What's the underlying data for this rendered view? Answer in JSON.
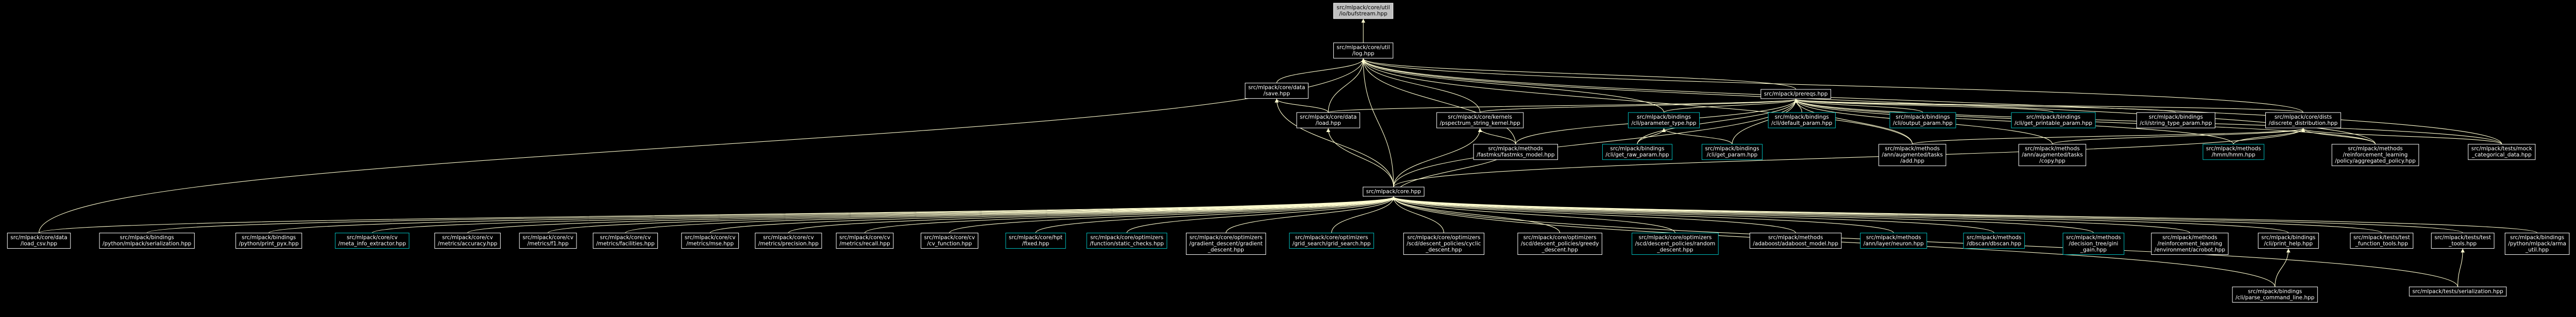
{
  "colors": {
    "background": "#000000",
    "edge": "#fffdd0",
    "node_border": "#ffffff",
    "node_border_link": "#00bfbf",
    "root_fill": "#bfbfbf"
  },
  "nodes": [
    {
      "id": "root",
      "lines": [
        "src/mlpack/core/util",
        "/io/bufstream.hpp"
      ],
      "style": "root"
    },
    {
      "id": "log",
      "lines": [
        "src/mlpack/core/util",
        "/log.hpp"
      ],
      "style": "white"
    },
    {
      "id": "prereqs",
      "lines": [
        "src/mlpack/prereqs.hpp"
      ],
      "style": "white"
    },
    {
      "id": "data_save",
      "lines": [
        "src/mlpack/core/data",
        "/save.hpp"
      ],
      "style": "white"
    },
    {
      "id": "data_load",
      "lines": [
        "src/mlpack/core/data",
        "/load.hpp"
      ],
      "style": "white"
    },
    {
      "id": "kernel_pspec",
      "lines": [
        "src/mlpack/core/kernels",
        "/pspectrum_string_kernel.hpp"
      ],
      "style": "white"
    },
    {
      "id": "fastmks",
      "lines": [
        "src/mlpack/methods",
        "/fastmks/fastmks_model.hpp"
      ],
      "style": "white"
    },
    {
      "id": "cli_param_type",
      "lines": [
        "src/mlpack/bindings",
        "/cli/parameter_type.hpp"
      ],
      "style": "cyan"
    },
    {
      "id": "cli_default_param",
      "lines": [
        "src/mlpack/bindings",
        "/cli/default_param.hpp"
      ],
      "style": "cyan"
    },
    {
      "id": "cli_output_param",
      "lines": [
        "src/mlpack/bindings",
        "/cli/output_param.hpp"
      ],
      "style": "cyan"
    },
    {
      "id": "cli_get_printable",
      "lines": [
        "src/mlpack/bindings",
        "/cli/get_printable_param.hpp"
      ],
      "style": "cyan"
    },
    {
      "id": "cli_string_type",
      "lines": [
        "src/mlpack/bindings",
        "/cli/string_type_param.hpp"
      ],
      "style": "white"
    },
    {
      "id": "dists_discrete",
      "lines": [
        "src/mlpack/core/dists",
        "/discrete_distribution.hpp"
      ],
      "style": "white"
    },
    {
      "id": "cli_get_raw",
      "lines": [
        "src/mlpack/bindings",
        "/cli/get_raw_param.hpp"
      ],
      "style": "cyan"
    },
    {
      "id": "cli_get_param",
      "lines": [
        "src/mlpack/bindings",
        "/cli/get_param.hpp"
      ],
      "style": "cyan"
    },
    {
      "id": "aug_add",
      "lines": [
        "src/mlpack/methods",
        "/ann/augmented/tasks",
        "/add.hpp"
      ],
      "style": "white"
    },
    {
      "id": "aug_copy",
      "lines": [
        "src/mlpack/methods",
        "/ann/augmented/tasks",
        "/copy.hpp"
      ],
      "style": "white"
    },
    {
      "id": "hmm",
      "lines": [
        "src/mlpack/methods",
        "/hmm/hmm.hpp"
      ],
      "style": "cyan"
    },
    {
      "id": "rl_aggregated",
      "lines": [
        "src/mlpack/methods",
        "/reinforcement_learning",
        "/policy/aggregated_policy.hpp"
      ],
      "style": "white"
    },
    {
      "id": "test_mock",
      "lines": [
        "src/mlpack/tests/mock",
        "_categorical_data.hpp"
      ],
      "style": "white"
    },
    {
      "id": "core",
      "lines": [
        "src/mlpack/core.hpp"
      ],
      "style": "white"
    },
    {
      "id": "b_load_csv",
      "lines": [
        "src/mlpack/core/data",
        "/load_csv.hpp"
      ],
      "style": "white"
    },
    {
      "id": "b_py_serial",
      "lines": [
        "src/mlpack/bindings",
        "/python/mlpack/serialization.hpp"
      ],
      "style": "white"
    },
    {
      "id": "b_print_pyx",
      "lines": [
        "src/mlpack/bindings",
        "/python/print_pyx.hpp"
      ],
      "style": "white"
    },
    {
      "id": "b_meta_info",
      "lines": [
        "src/mlpack/core/cv",
        "/meta_info_extractor.hpp"
      ],
      "style": "cyan"
    },
    {
      "id": "b_accuracy",
      "lines": [
        "src/mlpack/core/cv",
        "/metrics/accuracy.hpp"
      ],
      "style": "white"
    },
    {
      "id": "b_f1",
      "lines": [
        "src/mlpack/core/cv",
        "/metrics/f1.hpp"
      ],
      "style": "white"
    },
    {
      "id": "b_facilities",
      "lines": [
        "src/mlpack/core/cv",
        "/metrics/facilities.hpp"
      ],
      "style": "white"
    },
    {
      "id": "b_mse",
      "lines": [
        "src/mlpack/core/cv",
        "/metrics/mse.hpp"
      ],
      "style": "white"
    },
    {
      "id": "b_precision",
      "lines": [
        "src/mlpack/core/cv",
        "/metrics/precision.hpp"
      ],
      "style": "white"
    },
    {
      "id": "b_recall",
      "lines": [
        "src/mlpack/core/cv",
        "/metrics/recall.hpp"
      ],
      "style": "white"
    },
    {
      "id": "b_cv_function",
      "lines": [
        "src/mlpack/core/cv",
        "/cv_function.hpp"
      ],
      "style": "white"
    },
    {
      "id": "b_kfold",
      "lines": [
        "src/mlpack/core/hpt",
        "/fixed.hpp"
      ],
      "style": "cyan"
    },
    {
      "id": "b_function_checks",
      "lines": [
        "src/mlpack/core/optimizers",
        "/function/static_checks.hpp"
      ],
      "style": "cyan"
    },
    {
      "id": "b_gradient_descent",
      "lines": [
        "src/mlpack/core/optimizers",
        "/gradient_descent/gradient",
        "_descent.hpp"
      ],
      "style": "white"
    },
    {
      "id": "b_grid_search",
      "lines": [
        "src/mlpack/core/optimizers",
        "/grid_search/grid_search.hpp"
      ],
      "style": "cyan"
    },
    {
      "id": "b_scd_cyclic",
      "lines": [
        "src/mlpack/core/optimizers",
        "/scd/descent_policies/cyclic",
        "_descent.hpp"
      ],
      "style": "white"
    },
    {
      "id": "b_scd_greedy",
      "lines": [
        "src/mlpack/core/optimizers",
        "/scd/descent_policies/greedy",
        "_descent.hpp"
      ],
      "style": "white"
    },
    {
      "id": "b_scd_random",
      "lines": [
        "src/mlpack/core/optimizers",
        "/scd/descent_policies/random",
        "_descent.hpp"
      ],
      "style": "cyan"
    },
    {
      "id": "b_adaboost_model",
      "lines": [
        "src/mlpack/methods",
        "/adaboost/adaboost_model.hpp"
      ],
      "style": "white"
    },
    {
      "id": "b_ann_neuron",
      "lines": [
        "src/mlpack/methods",
        "/ann/layer/neuron.hpp"
      ],
      "style": "cyan"
    },
    {
      "id": "b_dbscan",
      "lines": [
        "src/mlpack/methods",
        "/dbscan/dbscan.hpp"
      ],
      "style": "cyan"
    },
    {
      "id": "b_decision_gain",
      "lines": [
        "src/mlpack/methods",
        "/decision_tree/gini",
        "_gain.hpp"
      ],
      "style": "cyan"
    },
    {
      "id": "b_rl_acrobot",
      "lines": [
        "src/mlpack/methods",
        "/reinforcement_learning",
        "/environment/acrobot.hpp"
      ],
      "style": "white"
    },
    {
      "id": "b_cli_print_help",
      "lines": [
        "src/mlpack/bindings",
        "/cli/print_help.hpp"
      ],
      "style": "white"
    },
    {
      "id": "b_test_function",
      "lines": [
        "src/mlpack/tests/test",
        "_function_tools.hpp"
      ],
      "style": "white"
    },
    {
      "id": "b_test_tools",
      "lines": [
        "src/mlpack/tests/test",
        "_tools.hpp"
      ],
      "style": "white"
    },
    {
      "id": "b_py_frame",
      "lines": [
        "src/mlpack/bindings",
        "/python/mlpack/arma",
        "_util.hpp"
      ],
      "style": "white"
    },
    {
      "id": "b_cli_parse",
      "lines": [
        "src/mlpack/bindings",
        "/cli/parse_command_line.hpp"
      ],
      "style": "white"
    },
    {
      "id": "b_serialization",
      "lines": [
        "src/mlpack/tests/serialization.hpp"
      ],
      "style": "white"
    }
  ]
}
